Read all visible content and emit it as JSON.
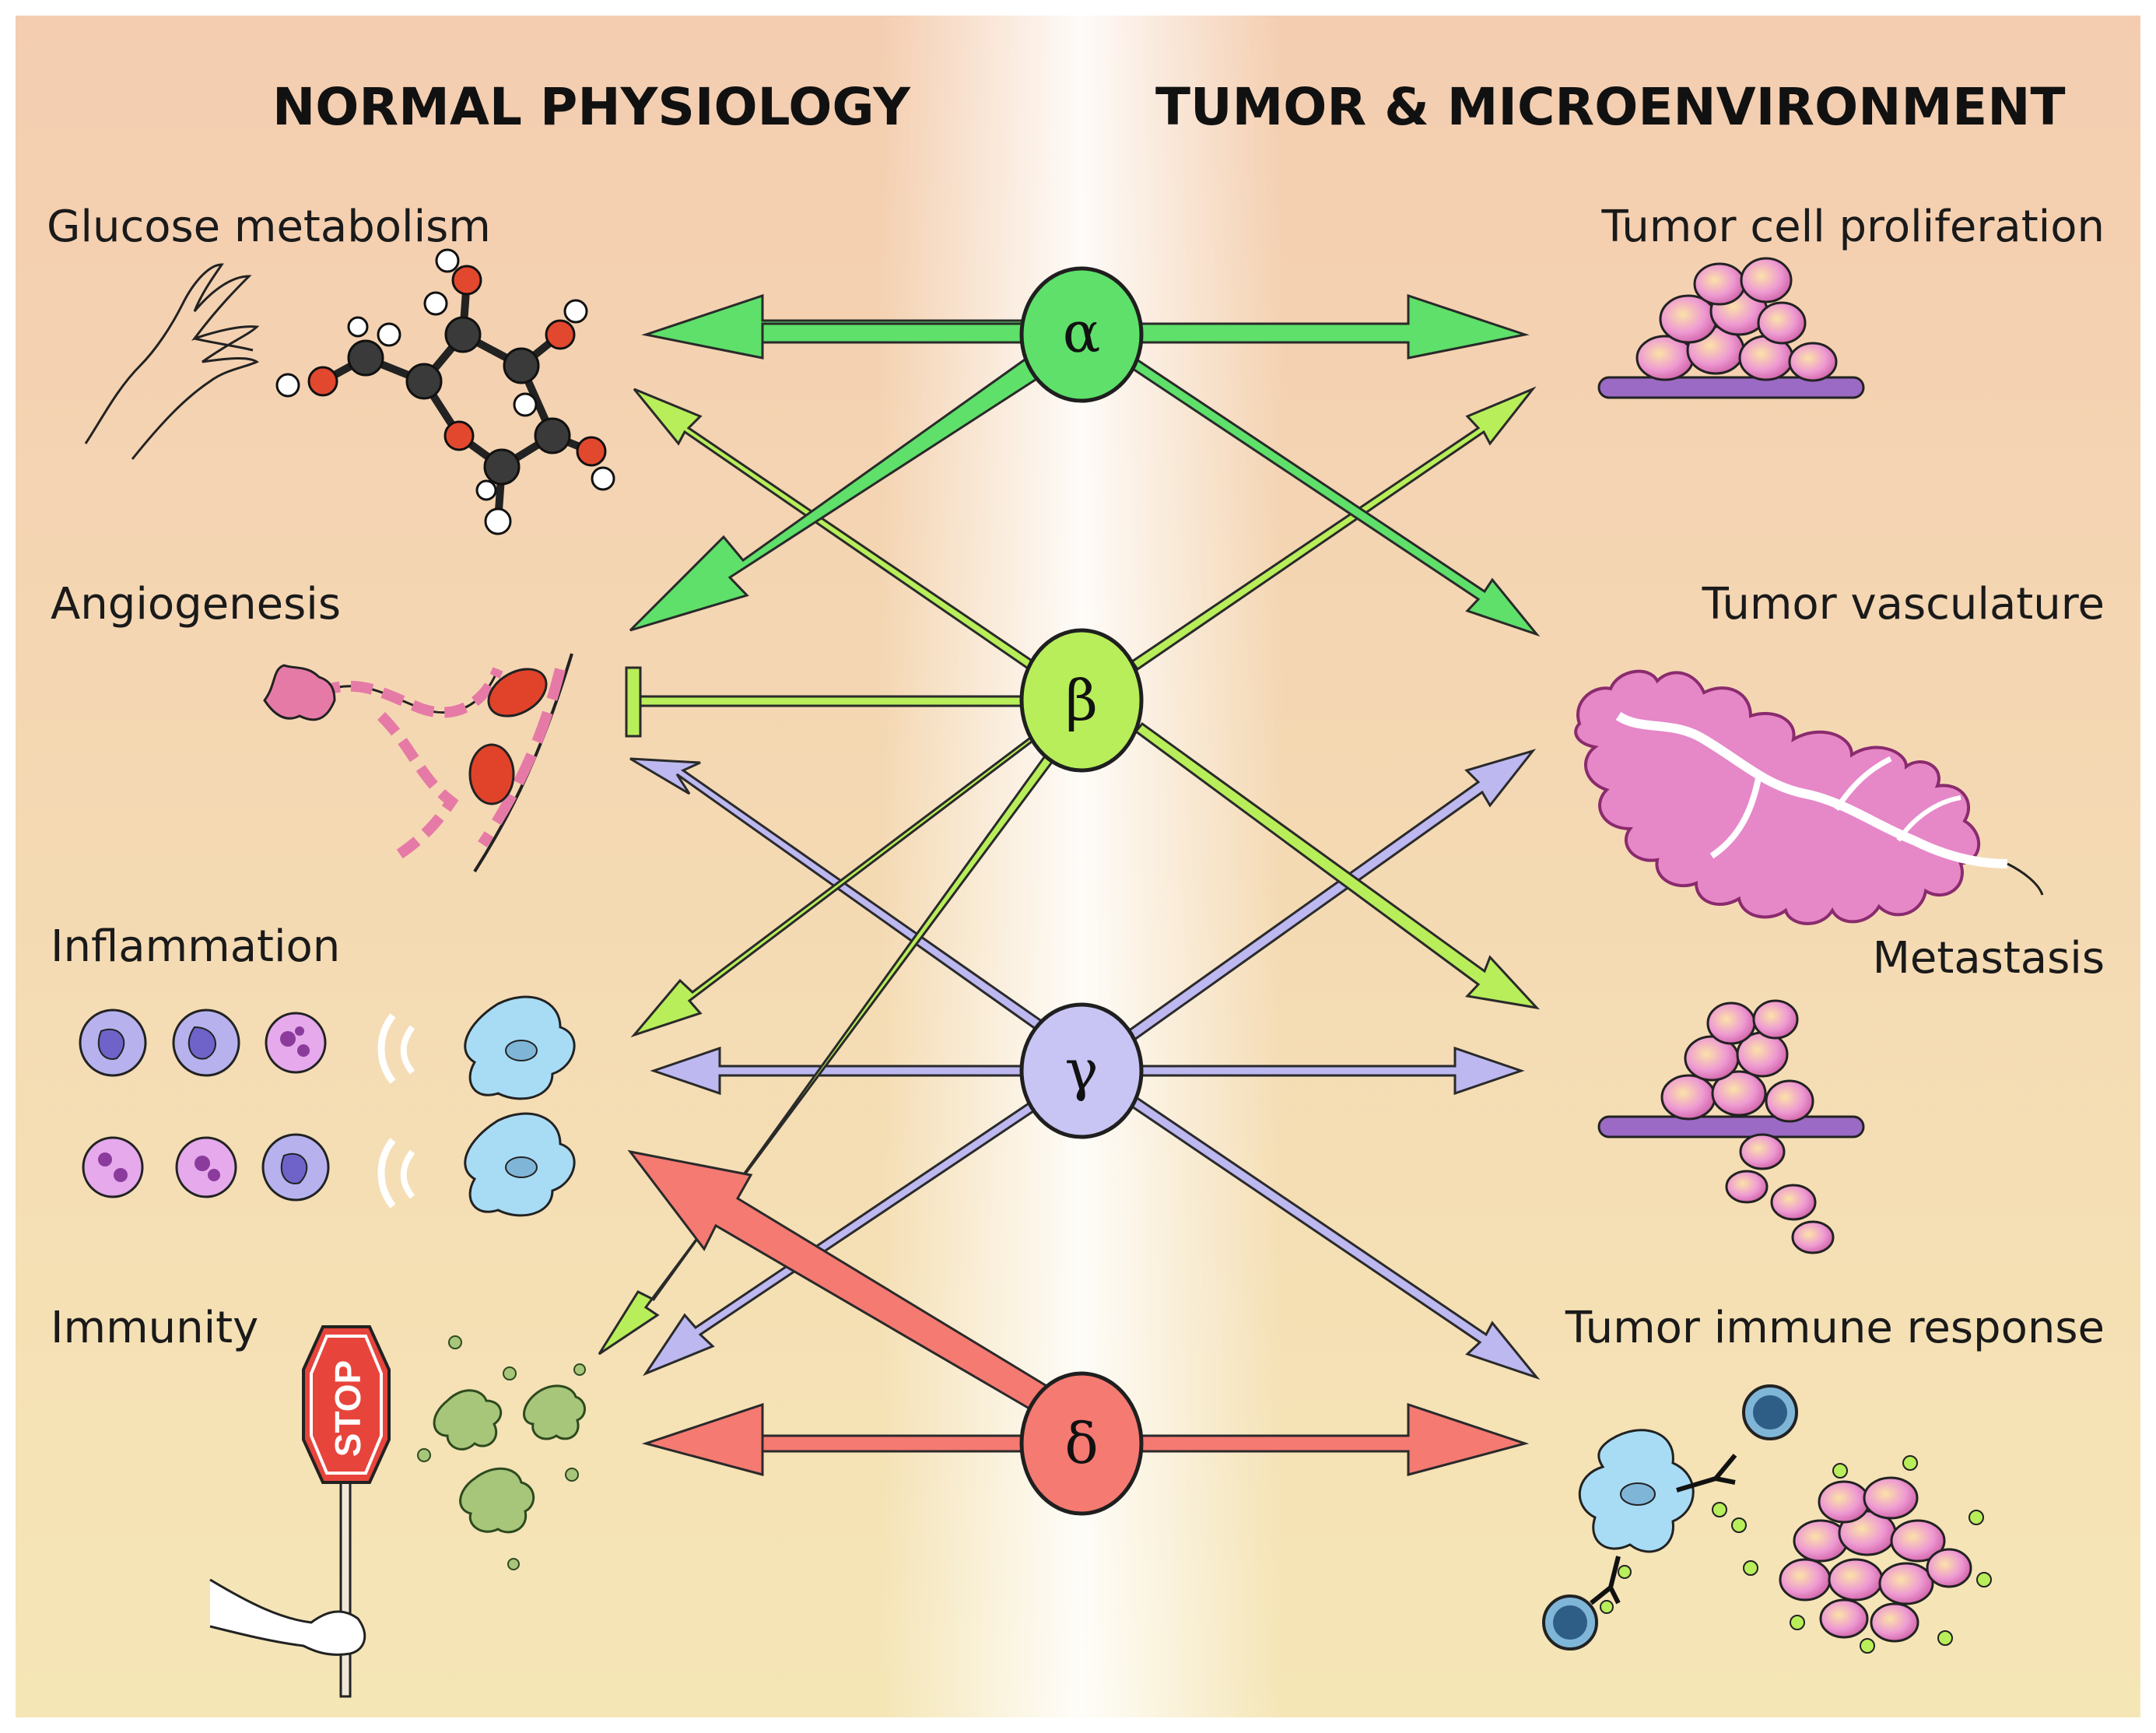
{
  "headers": {
    "left": "NORMAL PHYSIOLOGY",
    "right": "TUMOR & MICROENVIRONMENT"
  },
  "left_labels": [
    "Glucose metabolism",
    "Angiogenesis",
    "Inflammation",
    "Immunity"
  ],
  "right_labels": [
    "Tumor cell proliferation",
    "Tumor vasculature",
    "Metastasis",
    "Tumor immune response"
  ],
  "isoforms": [
    {
      "symbol": "α",
      "color": "#5ee06a"
    },
    {
      "symbol": "β",
      "color": "#b8ee5a"
    },
    {
      "symbol": "γ",
      "color": "#c8c4f4"
    },
    {
      "symbol": "δ",
      "color": "#f47a72"
    }
  ],
  "stop_sign": "STOP",
  "colors": {
    "bg_top": "#f4cdb0",
    "bg_bottom": "#f5e6b6",
    "center_glow": "#ffffff",
    "alpha": "#5ee06a",
    "beta": "#b8ee5a",
    "gamma": "#bdb8f0",
    "delta": "#f47a72",
    "tumor_pink": "#e77ac2",
    "cell_blue": "#a8dcf4",
    "stroke": "#1f1f1f"
  }
}
